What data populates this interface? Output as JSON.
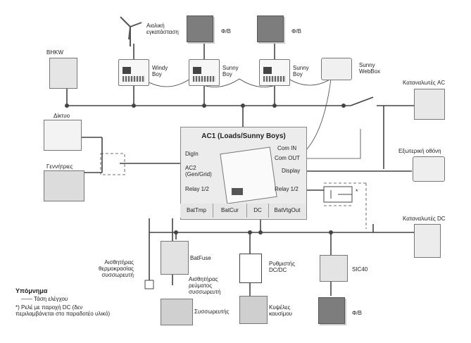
{
  "hub": {
    "title": "AC1 (Loads/Sunny Boys)",
    "digin": "DigIn",
    "ac2": "AC2\n(Gen/Grid)",
    "relay_left": "Relay 1/2",
    "com_in": "Com IN",
    "com_out": "Com OUT",
    "display": "Display",
    "relay_right": "Relay 1/2",
    "bottom": {
      "battmp": "BatTmp",
      "batcur": "BatCur",
      "dc": "DC",
      "batvtgout": "BatVtgOut"
    }
  },
  "devices": {
    "bhkw": "BHKW",
    "wind": "Αιολική\nεγκατάσταση",
    "pv1": "Φ/Β",
    "pv2": "Φ/Β",
    "windy_boy": "Windy\nBoy",
    "sunny_boy_1": "Sunny\nBoy",
    "sunny_boy_2": "Sunny\nBoy",
    "webbox": "Sunny\nWebBox",
    "consumers_ac": "Καταναλωτές AC",
    "grid": "Δίκτυο",
    "generators": "Γεννήτριες",
    "ext_display": "Εξωτερική οθόνη",
    "consumers_dc": "Καταναλωτές DC",
    "batfuse": "BatFuse",
    "temp_sensor": "Αισθητήρας\nθερμοκρασίας\nσυσσωρευτή",
    "current_sensor": "Αισθητήρας\nρεύματος\nσυσσωρευτή",
    "batteries": "Συσσωρευτής",
    "dcdc": "Ρυθμιστής\nDC/DC",
    "fuel_cells": "Κυψέλες\nκαυσίμου",
    "sic40": "SIC40",
    "pv3": "Φ/Β"
  },
  "legend": {
    "title": "Υπόμνημα",
    "control_voltage": "—— Τάση ελέγχου",
    "note": "*) Ρελέ με παροχή DC (δεν\nπεριλαμβάνεται στο παραδοτέο υλικό)"
  },
  "marks": {
    "relay_star": "*"
  }
}
